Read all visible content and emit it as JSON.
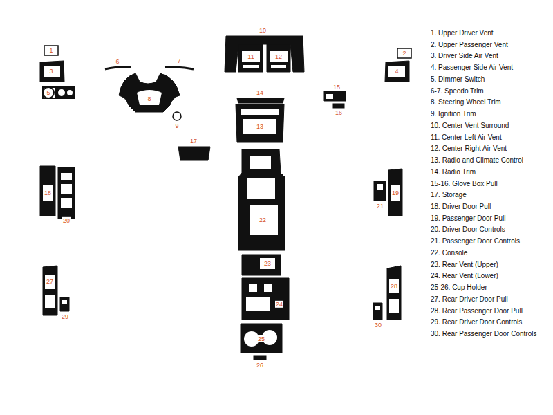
{
  "diagram": {
    "labels": [
      "1",
      "2",
      "3",
      "4",
      "5",
      "6",
      "7",
      "8",
      "9",
      "10",
      "11",
      "12",
      "13",
      "14",
      "15",
      "16",
      "17",
      "18",
      "19",
      "20",
      "21",
      "22",
      "23",
      "24",
      "25",
      "26",
      "27",
      "28",
      "29",
      "30",
      "1. Upper Driver Vent",
      "2. Upper Passenger Vent",
      "3. Driver Side Air Vent",
      "4. Passenger Side Air Vent",
      "5. Dimmer Switch",
      "6-7. Speedo Trim",
      "8. Steering Wheel Trim",
      "9. Ignition Trim",
      "10. Center Vent Surround",
      "11. Center Left Air Vent",
      "12. Center Right Air Vent",
      "13. Radio and Climate Control",
      "14. Radio Trim",
      "15-16. Glove Box Pull",
      "17. Storage",
      "18. Driver Door Pull",
      "19. Passenger Door Pull",
      "20. Driver Door Controls",
      "21. Passenger Door Controls",
      "22. Console",
      "23. Rear Vent (Upper)",
      "24. Rear Vent (Lower)",
      "25-26. Cup Holder",
      "27. Rear Driver Door Pull",
      "28. Rear Passenger Door Pull",
      "29. Rear Driver Door Controls",
      "30. Rear Passenger Door Controls"
    ]
  }
}
